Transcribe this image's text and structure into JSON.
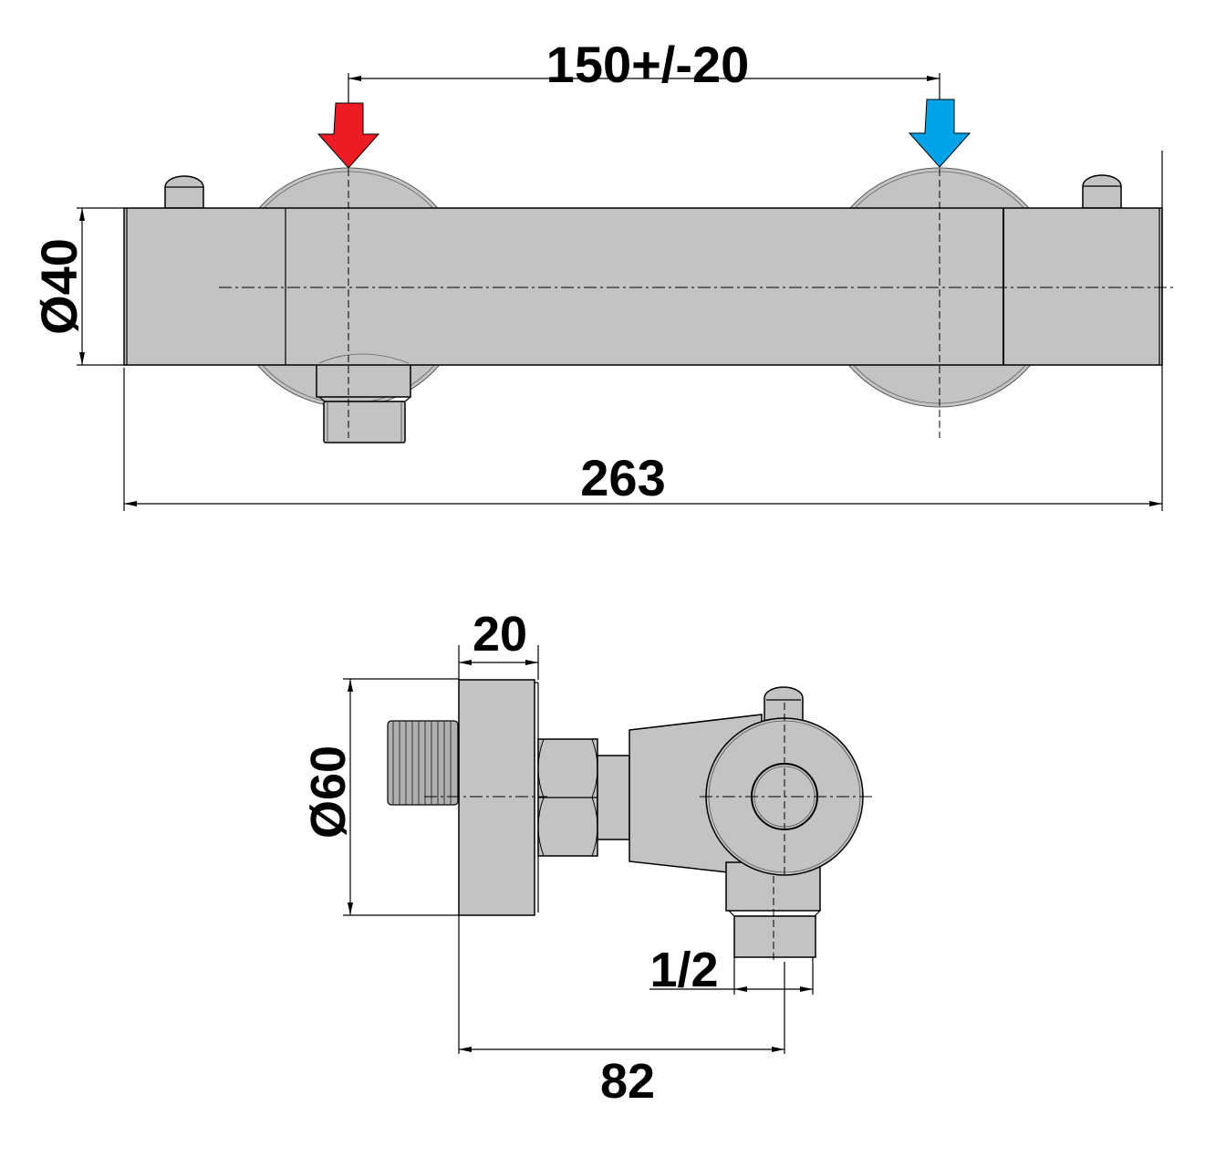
{
  "drawing": {
    "subject": "Thermostatic shower mixer bar valve - technical dimension drawing",
    "top_view": {
      "dimensions": {
        "inlet_spacing": "150+/-20",
        "body_diameter": "Ø40",
        "overall_length": "263"
      },
      "inlets": [
        {
          "label": "hot-inlet",
          "color": "#ed1c24"
        },
        {
          "label": "cold-inlet",
          "color": "#00a2e8"
        }
      ]
    },
    "side_view": {
      "dimensions": {
        "flange_depth": "20",
        "flange_diameter": "Ø60",
        "outlet_thread": "1/2",
        "wall_projection": "82"
      }
    },
    "colors": {
      "part_fill": "#c3c3c3",
      "line": "#000000",
      "hot": "#ed1c24",
      "cold": "#00a2e8"
    }
  }
}
